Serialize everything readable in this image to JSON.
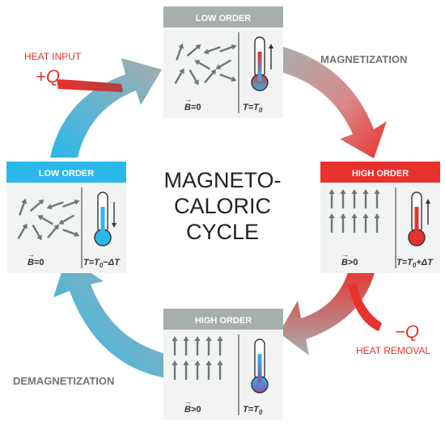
{
  "center_title": {
    "line1": "MAGNETO-",
    "line2": "CALORIC",
    "line3": "CYCLE"
  },
  "stages": {
    "top": {
      "header": "LOW ORDER",
      "field": "=0",
      "temp": "T=T",
      "temp_sub": "0",
      "temp_tail": ""
    },
    "right": {
      "header": "HIGH ORDER",
      "field": ">0",
      "temp": "T=T",
      "temp_sub": "0",
      "temp_tail": "+ΔT"
    },
    "bottom": {
      "header": "HIGH ORDER",
      "field": ">0",
      "temp": "T=T",
      "temp_sub": "0",
      "temp_tail": ""
    },
    "left": {
      "header": "LOW ORDER",
      "field": "=0",
      "temp": "T=T",
      "temp_sub": "0",
      "temp_tail": "−ΔT"
    }
  },
  "field_symbol": "B",
  "labels": {
    "magnetization": "MAGNETIZATION",
    "demagnetization": "DEMAGNETIZATION",
    "heat_input": "HEAT INPUT",
    "heat_input_q": "+Q",
    "heat_removal": "HEAT REMOVAL",
    "heat_removal_q": "−Q"
  },
  "colors": {
    "gray": "#a7aeae",
    "gray_dark": "#6e7676",
    "blue": "#2bb7ea",
    "red": "#e8322d",
    "panel": "#f2f3f3",
    "text": "#333333"
  }
}
